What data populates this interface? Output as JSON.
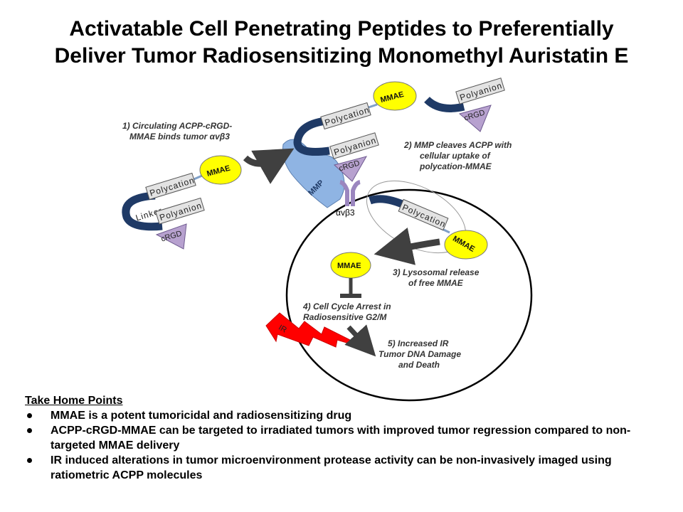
{
  "title": {
    "line1": "Activatable Cell Penetrating Peptides to Preferentially",
    "line2": "Deliver Tumor Radiosensitizing Monomethyl Auristatin E"
  },
  "labels": {
    "mmae": "MMAE",
    "polycation": "Polycation",
    "polyanion": "Polyanion",
    "crgd": "cRGD",
    "linker": "Linker",
    "mmp": "MMP",
    "integrin": "αvβ3",
    "ir": "IR"
  },
  "steps": {
    "s1_line1": "1) Circulating ACPP-cRGD-",
    "s1_line2": "MMAE binds tumor αvβ3",
    "s2_line1": "2) MMP cleaves ACPP with",
    "s2_line2": "cellular uptake of",
    "s2_line3": "polycation-MMAE",
    "s3_line1": "3) Lysosomal release",
    "s3_line2": "of free MMAE",
    "s4_line1": "4) Cell Cycle Arrest in",
    "s4_line2": "Radiosensitive G2/M",
    "s5_line1": "5) Increased IR",
    "s5_line2": "Tumor DNA Damage",
    "s5_line3": "and Death"
  },
  "take_home": {
    "heading": "Take Home Points",
    "points": [
      "MMAE is a potent tumoricidal and radiosensitizing drug",
      "ACPP-cRGD-MMAE can be targeted to irradiated tumors with improved tumor regression compared to non-targeted MMAE delivery",
      "IR induced alterations in tumor microenvironment protease activity can be non-invasively imaged using ratiometric ACPP molecules"
    ]
  },
  "colors": {
    "backbone": "#1F3A66",
    "mmae_fill": "#FFFF00",
    "crgd_fill": "#B7A1CF",
    "mmp_fill": "#8FB4E3",
    "integrin": "#9B86BF",
    "ir_fill": "#FF0000",
    "arrow": "#404040"
  }
}
